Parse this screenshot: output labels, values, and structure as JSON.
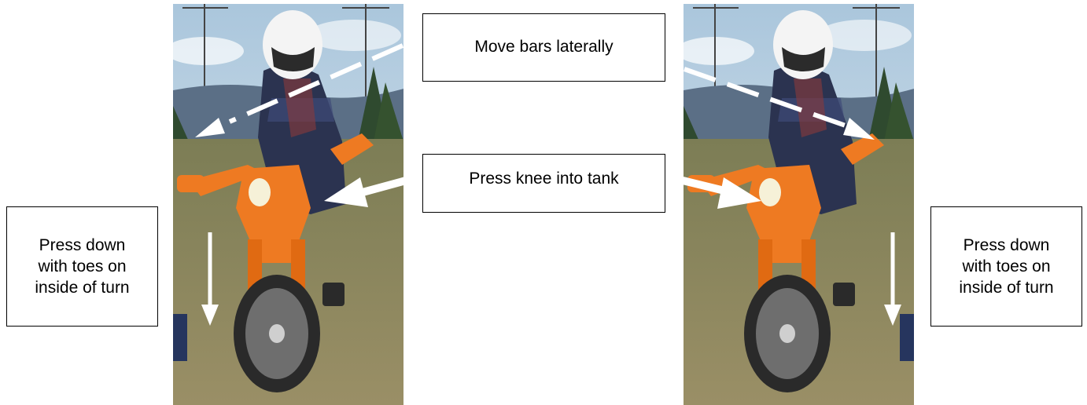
{
  "callouts": {
    "move_bars": "Move bars laterally",
    "press_knee": "Press knee into tank",
    "toes_left": "Press down with toes on inside of turn",
    "toes_right": "Press down with toes on inside of turn"
  },
  "colors": {
    "sky": "#c9dbe8",
    "hills": "#5b6f86",
    "grass": "#8a8a5a",
    "bike": "#ee7a22",
    "rider_gear": "#2b3350",
    "arrow_white": "#ffffff",
    "box_border": "#000000"
  }
}
